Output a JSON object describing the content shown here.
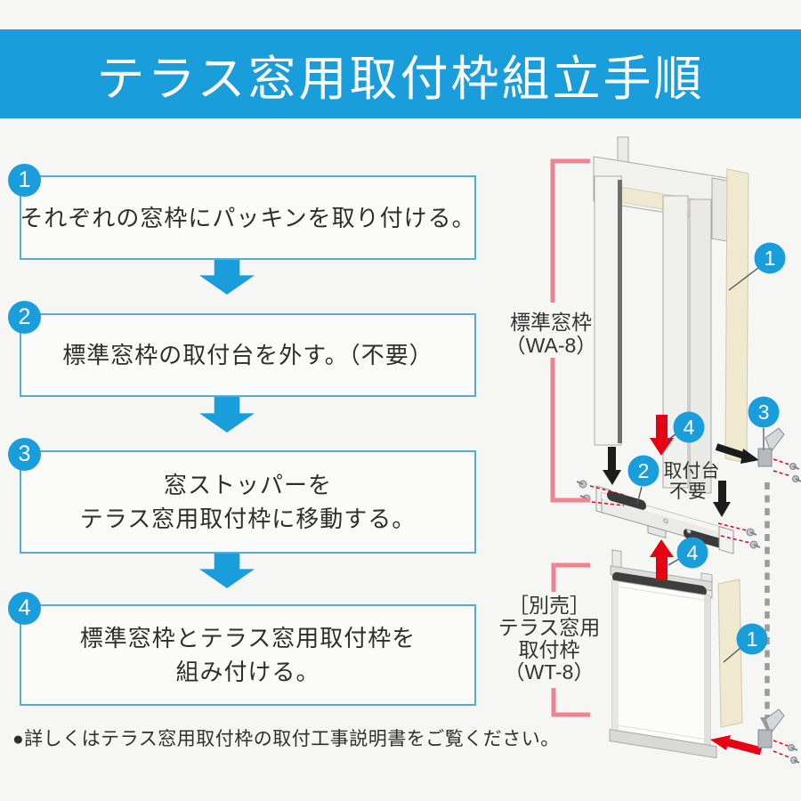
{
  "header": {
    "title": "テラス窓用取付枠組立手順"
  },
  "steps": [
    {
      "number": "1",
      "lines": [
        "それぞれの窓枠にパッキンを取り付ける。"
      ]
    },
    {
      "number": "2",
      "lines": [
        "標準窓枠の取付台を外す。（不要）"
      ]
    },
    {
      "number": "3",
      "lines": [
        "窓ストッパーを",
        "テラス窓用取付枠に移動する。"
      ]
    },
    {
      "number": "4",
      "lines": [
        "標準窓枠とテラス窓用取付枠を",
        "組み付ける。"
      ]
    }
  ],
  "note": "●詳しくはテラス窓用取付枠の取付工事説明書をご覧ください。",
  "diagram": {
    "standard_frame_label": {
      "line1": "標準窓枠",
      "line2": "（WA-8）"
    },
    "terrace_frame_label": {
      "line1": "［別売］",
      "line2": "テラス窓用",
      "line3": "取付枠",
      "line4": "（WT-8）"
    },
    "base_not_needed": {
      "line1": "取付台",
      "line2": "不要"
    },
    "badges": {
      "packing_top": "1",
      "base": "2",
      "stopper": "3",
      "assemble_down": "4",
      "assemble_up": "4",
      "packing_bottom": "1"
    }
  },
  "colors": {
    "accent_blue": "#1a9edb",
    "box_border_blue": "#57acd6",
    "bracket_pink": "#ef8392",
    "action_red": "#e60012",
    "packing_cream": "#efe9cf"
  }
}
